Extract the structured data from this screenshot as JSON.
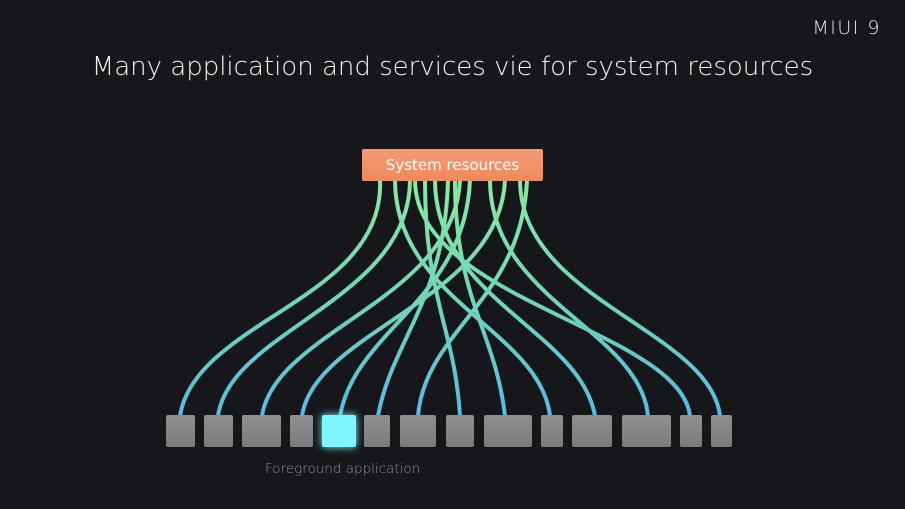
{
  "brand": {
    "logo_text": "MIUI 9"
  },
  "slide": {
    "title": "Many application and services vie for system resources"
  },
  "diagram": {
    "resource_label": "System resources",
    "foreground_label": "Foreground application",
    "colors": {
      "background": "#16171b",
      "resource_gradient_top": "#f49b78",
      "resource_gradient_bottom": "#ee8a5c",
      "wire_top": "#8be8a0",
      "wire_bottom": "#5bb9e0",
      "app_block": "#8e8f91",
      "foreground_block": "#7ff6ff"
    },
    "app_count": 14,
    "foreground_index": 4
  }
}
